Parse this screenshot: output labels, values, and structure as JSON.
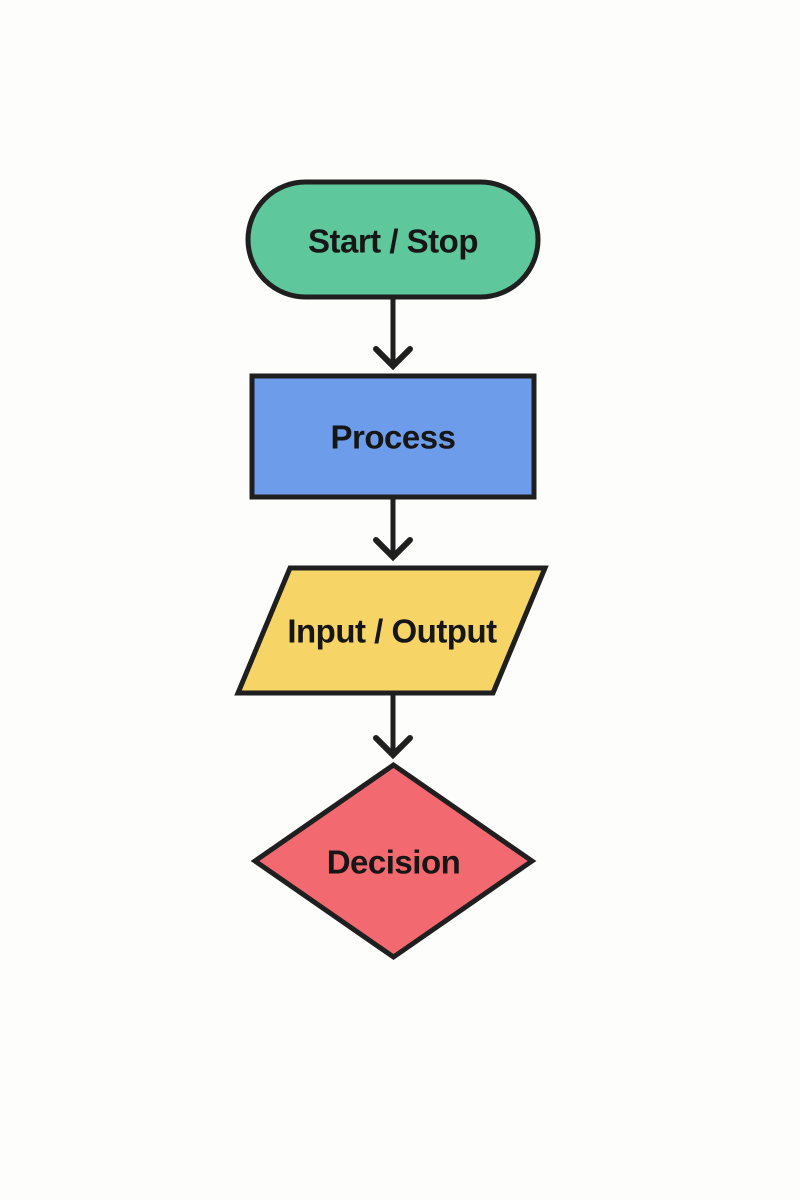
{
  "canvas": {
    "background": "#fdfdfc",
    "outline_color": "#1f1f1f",
    "text_color": "#161616"
  },
  "nodes": [
    {
      "id": "start-stop",
      "shape": "stadium",
      "label": "Start / Stop",
      "fill": "#5ec79b"
    },
    {
      "id": "process",
      "shape": "rectangle",
      "label": "Process",
      "fill": "#6d9dea"
    },
    {
      "id": "input-output",
      "shape": "parallelogram",
      "label": "Input / Output",
      "fill": "#f6d466"
    },
    {
      "id": "decision",
      "shape": "diamond",
      "label": "Decision",
      "fill": "#f2696f"
    }
  ],
  "connectors": [
    {
      "from": "start-stop",
      "to": "process",
      "style": "arrow-down"
    },
    {
      "from": "process",
      "to": "input-output",
      "style": "arrow-down"
    },
    {
      "from": "input-output",
      "to": "decision",
      "style": "arrow-down"
    }
  ]
}
